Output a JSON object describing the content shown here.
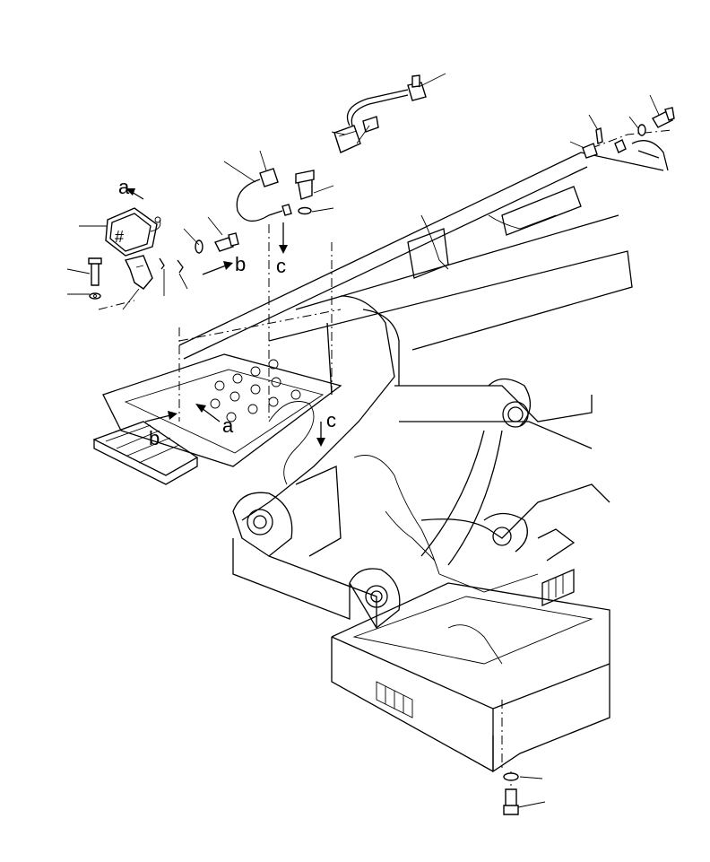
{
  "callouts": {
    "a_top": "a",
    "b_right": "b",
    "c_top": "c",
    "a_lower": "a",
    "b_lower": "b",
    "c_lower": "c"
  },
  "icons": {
    "lamp_symbol": "lamp-grid-icon"
  }
}
